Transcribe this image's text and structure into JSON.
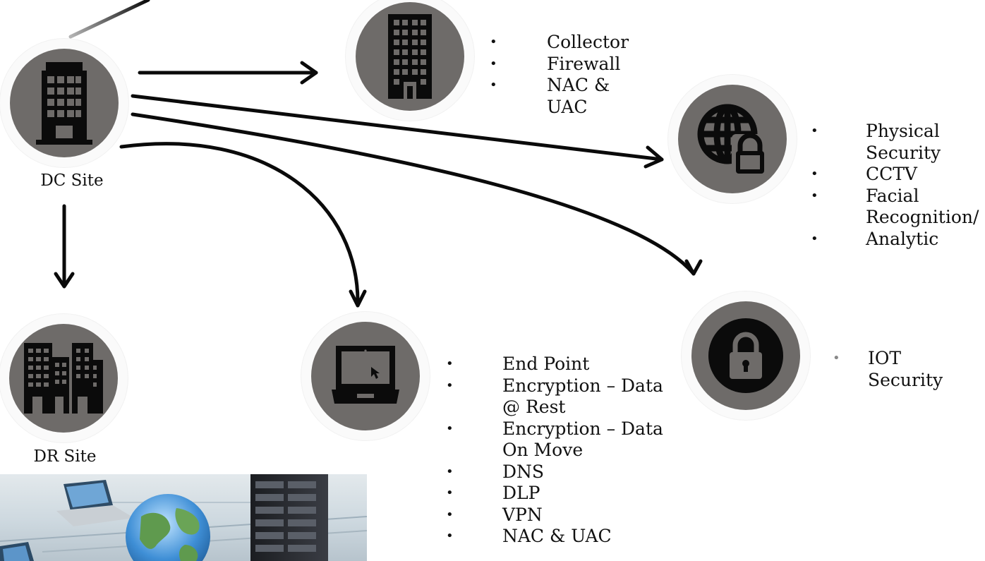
{
  "colors": {
    "node_fill": "#6e6b69",
    "icon": "#0b0b0b",
    "arrow": "#0a0a0a",
    "top_connector": "#9a9a9a"
  },
  "sites": {
    "dc": {
      "label": "DC Site",
      "icon": "office-building-icon"
    },
    "dr": {
      "label": "DR Site",
      "icon": "twin-buildings-icon"
    }
  },
  "nodes": {
    "network": {
      "icon": "tall-building-icon",
      "items": [
        "Collector",
        "Firewall",
        "NAC &",
        "UAC"
      ]
    },
    "physical": {
      "icon": "globe-lock-icon",
      "items": [
        "Physical",
        "Security",
        "CCTV",
        "Facial",
        "Recognition/",
        "Analytic"
      ]
    },
    "endpoint": {
      "icon": "laptop-icon",
      "items": [
        "End Point",
        "Encryption – Data",
        "@ Rest",
        "Encryption – Data",
        "On Move",
        "DNS",
        "DLP",
        "VPN",
        "NAC & UAC"
      ]
    },
    "iot": {
      "icon": "padlock-icon",
      "items": [
        "IOT",
        "Security"
      ]
    }
  },
  "bullet_char": "•",
  "photo": {
    "subject": "network-illustration"
  }
}
